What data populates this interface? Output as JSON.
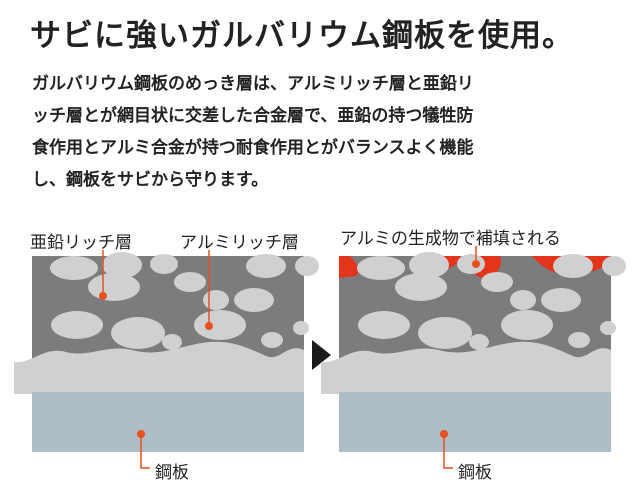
{
  "heading": "サビに強いガルバリウム鋼板を使用。",
  "body_lines": [
    "ガルバリウム鋼板のめっき層は、アルミリッチ層と亜鉛リ",
    "ッチ層とが網目状に交差した合金層で、亜鉛の持つ犠牲防",
    "食作用とアルミ合金が持つ耐食作用とがバランスよく機能",
    "し、鋼板をサビから守ります。"
  ],
  "left_panel": {
    "label_zinc": "亜鉛リッチ層",
    "label_aluminum": "アルミリッチ層",
    "label_steel": "鋼板"
  },
  "right_panel": {
    "label_product": "アルミの生成物で補填される",
    "label_steel": "鋼板"
  },
  "colors": {
    "coating": "#7b7c7e",
    "blob": "#cfd0d1",
    "steel": "#aebdc6",
    "leader": "#e8501d",
    "product": "#e3351c",
    "arrow": "#1a1a1a"
  }
}
